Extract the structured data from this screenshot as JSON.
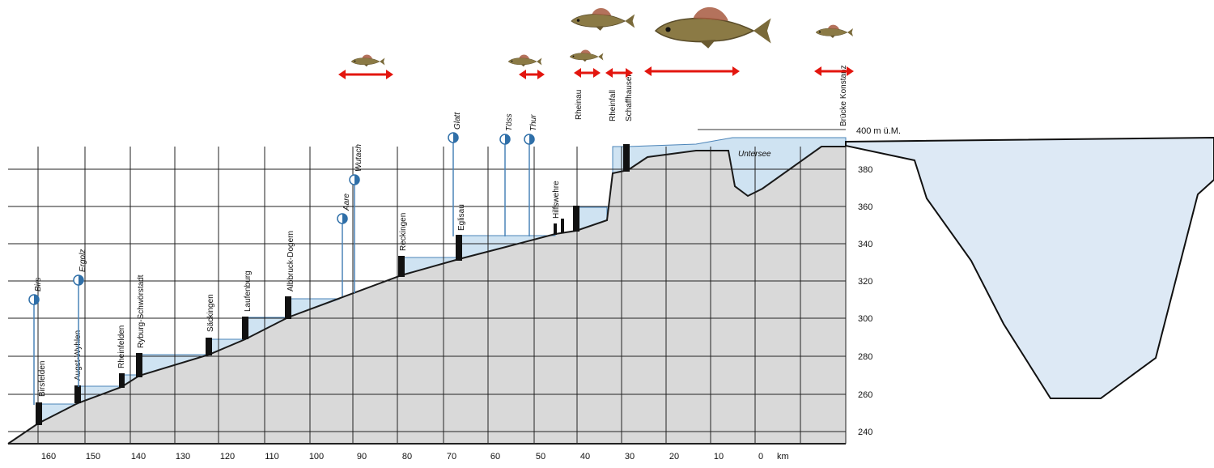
{
  "diagram": {
    "top_label": "400 m ü.M.",
    "x_axis_unit": "km",
    "y_ticks": [
      "380",
      "360",
      "340",
      "320",
      "300",
      "280",
      "260",
      "240"
    ],
    "x_ticks": [
      "160",
      "150",
      "140",
      "130",
      "120",
      "110",
      "100",
      "90",
      "80",
      "70",
      "60",
      "50",
      "40",
      "30",
      "20",
      "10",
      "0"
    ],
    "lake_label": "Untersee",
    "dams": [
      "Birsfelden",
      "Augst-Wyhlen",
      "Rheinfelden",
      "Ryburg-Schwörstadt",
      "Säckingen",
      "Laufenburg",
      "Albbruck-Dogern",
      "Reckingen",
      "Eglisau",
      "Hilfswehre",
      "Rheinau",
      "Rheinfall",
      "Schaffhausen",
      "Brücke Konstanz"
    ],
    "tributaries": [
      "Birs",
      "Ergolz",
      "Aare",
      "Wutach",
      "Glatt",
      "Töss",
      "Thur"
    ],
    "colors": {
      "ground": "#d9d9d9",
      "water": "#cfe3f2",
      "arrow": "#e3160f",
      "fish": "#7a6a3a",
      "dam": "#111111"
    }
  }
}
